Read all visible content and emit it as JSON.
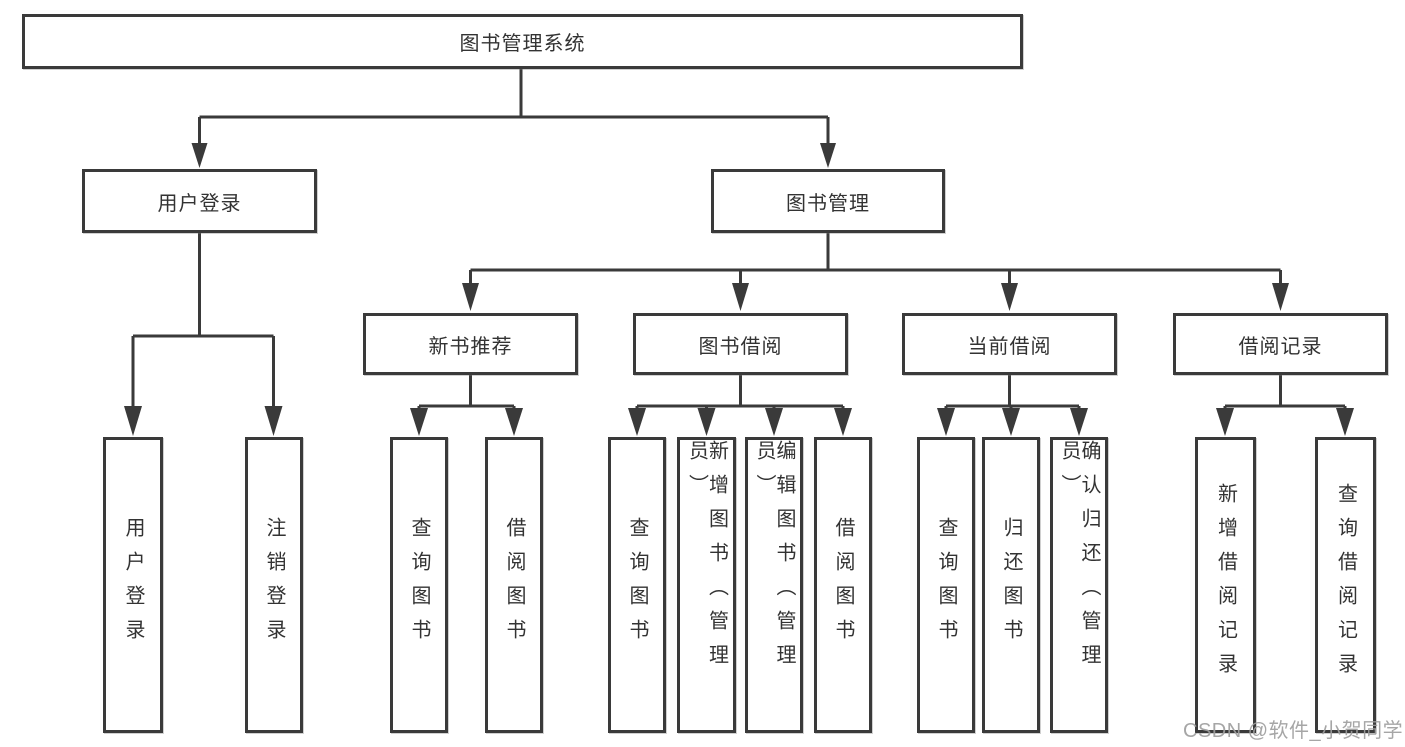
{
  "diagram": {
    "root": {
      "label": "图书管理系统"
    },
    "level2": [
      {
        "label": "用户登录"
      },
      {
        "label": "图书管理"
      }
    ],
    "level3": [
      {
        "label": "新书推荐"
      },
      {
        "label": "图书借阅"
      },
      {
        "label": "当前借阅"
      },
      {
        "label": "借阅记录"
      }
    ],
    "leaves": [
      {
        "label": "用户登录"
      },
      {
        "label": "注销登录"
      },
      {
        "label": "查询图书"
      },
      {
        "label": "借阅图书"
      },
      {
        "label": "查询图书"
      },
      {
        "label": "新增图书（管理员）"
      },
      {
        "label": "编辑图书（管理员）"
      },
      {
        "label": "借阅图书"
      },
      {
        "label": "查询图书"
      },
      {
        "label": "归还图书"
      },
      {
        "label": "确认归还（管理员）"
      },
      {
        "label": "新增借阅记录"
      },
      {
        "label": "查询借阅记录"
      }
    ]
  },
  "watermark": {
    "text": "CSDN @软件_小贺同学"
  },
  "colors": {
    "line": "#3a3a3a",
    "text": "#333333",
    "watermark": "#9e9e9e",
    "background": "#ffffff"
  }
}
